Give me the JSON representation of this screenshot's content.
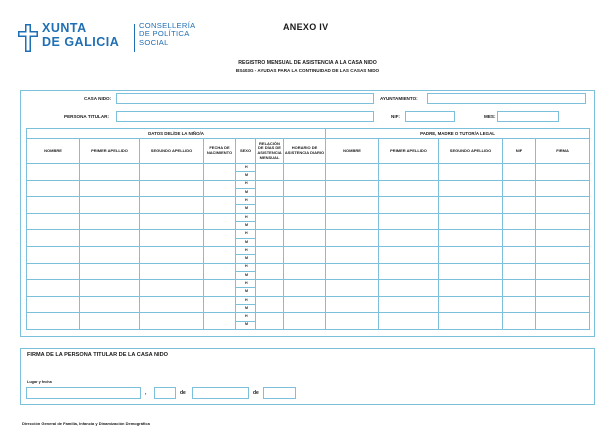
{
  "header": {
    "logo_line1": "XUNTA",
    "logo_line2": "DE GALICIA",
    "consellería": [
      "CONSELLERÍA",
      "DE POLÍTICA",
      "SOCIAL"
    ],
    "anexo": "ANEXO IV",
    "title": "REGISTRO MENSUAL DE ASISTENCIA A LA CASA NIDO",
    "subtitle": "BS403G - AYUDAS PARA LA CONTINUIDAD DE LAS CASAS NIDO",
    "brand_color": "#1f6fb4"
  },
  "form": {
    "casa_nido_label": "CASA NIDO:",
    "ayuntamiento_label": "AYUNTAMIENTO:",
    "persona_titular_label": "PERSONA TITULAR:",
    "nif_label": "NIF:",
    "mes_label": "MES:",
    "border_color": "#7dc0dc"
  },
  "table": {
    "group_left": "DATOS DEL/DE LA NIÑO/A",
    "group_right": "PADRE, MADRE O TUTOR/A LEGAL",
    "columns_left": [
      "NOMBRE",
      "PRIMER APELLIDO",
      "SEGUNDO APELLIDO",
      "FECHA DE NACIMIENTO",
      "SEXO",
      "RELACIÓN DE DÍAS DE ASISTENCIA MENSUAL",
      "HORARIO DE ASISTENCIA DIARIO"
    ],
    "columns_right": [
      "NOMBRE",
      "PRIMER APELLIDO",
      "SEGUNDO APELLIDO",
      "NIF",
      "FIRMA"
    ],
    "sex_options": [
      "H",
      "M"
    ],
    "row_count": 10
  },
  "signature": {
    "title": "FIRMA DE LA PERSONA TITULAR DE LA CASA NIDO",
    "lugar_label": "Lugar y fecha",
    "comma": ",",
    "de1": "de",
    "de2": "de"
  },
  "footer": "Dirección General de Familia, Infancia y Dinamización Demográfica"
}
